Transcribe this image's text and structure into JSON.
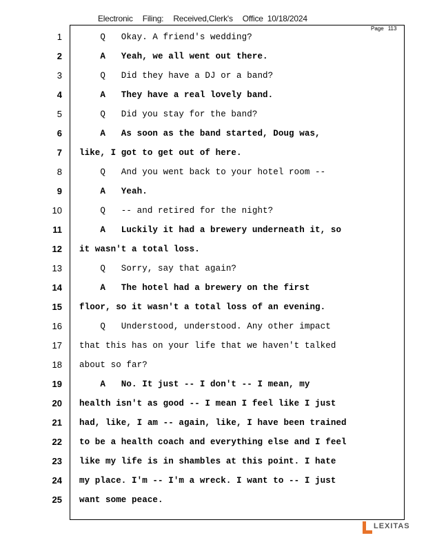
{
  "filing_header": {
    "electronic": "Electronic",
    "filing": "Filing:",
    "received": "Received,Clerk's",
    "office": "Office",
    "date": "10/18/2024"
  },
  "page": {
    "label": "Page",
    "number": "113"
  },
  "lines": [
    {
      "num": "1",
      "speaker": "Q",
      "text": "    Q   Okay. A friend's wedding?"
    },
    {
      "num": "2",
      "speaker": "A",
      "text": "    A   Yeah, we all went out there."
    },
    {
      "num": "3",
      "speaker": "Q",
      "text": "    Q   Did they have a DJ or a band?"
    },
    {
      "num": "4",
      "speaker": "A",
      "text": "    A   They have a real lovely band."
    },
    {
      "num": "5",
      "speaker": "Q",
      "text": "    Q   Did you stay for the band?"
    },
    {
      "num": "6",
      "speaker": "A",
      "text": "    A   As soon as the band started, Doug was,"
    },
    {
      "num": "7",
      "speaker": "A",
      "text": "like, I got to get out of here."
    },
    {
      "num": "8",
      "speaker": "Q",
      "text": "    Q   And you went back to your hotel room --"
    },
    {
      "num": "9",
      "speaker": "A",
      "text": "    A   Yeah."
    },
    {
      "num": "10",
      "speaker": "Q",
      "text": "    Q   -- and retired for the night?"
    },
    {
      "num": "11",
      "speaker": "A",
      "text": "    A   Luckily it had a brewery underneath it, so"
    },
    {
      "num": "12",
      "speaker": "A",
      "text": "it wasn't a total loss."
    },
    {
      "num": "13",
      "speaker": "Q",
      "text": "    Q   Sorry, say that again?"
    },
    {
      "num": "14",
      "speaker": "A",
      "text": "    A   The hotel had a brewery on the first"
    },
    {
      "num": "15",
      "speaker": "A",
      "text": "floor, so it wasn't a total loss of an evening."
    },
    {
      "num": "16",
      "speaker": "Q",
      "text": "    Q   Understood, understood. Any other impact"
    },
    {
      "num": "17",
      "speaker": "Q",
      "text": "that this has on your life that we haven't talked"
    },
    {
      "num": "18",
      "speaker": "Q",
      "text": "about so far?"
    },
    {
      "num": "19",
      "speaker": "A",
      "text": "    A   No. It just -- I don't -- I mean, my"
    },
    {
      "num": "20",
      "speaker": "A",
      "text": "health isn't as good -- I mean I feel like I just"
    },
    {
      "num": "21",
      "speaker": "A",
      "text": "had, like, I am -- again, like, I have been trained"
    },
    {
      "num": "22",
      "speaker": "A",
      "text": "to be a health coach and everything else and I feel"
    },
    {
      "num": "23",
      "speaker": "A",
      "text": "like my life is in shambles at this point. I hate"
    },
    {
      "num": "24",
      "speaker": "A",
      "text": "my place. I'm -- I'm a wreck. I want to -- I just"
    },
    {
      "num": "25",
      "speaker": "A",
      "text": "want some peace."
    }
  ],
  "logo": {
    "text": "LEXITAS",
    "color": "#e8732a"
  }
}
